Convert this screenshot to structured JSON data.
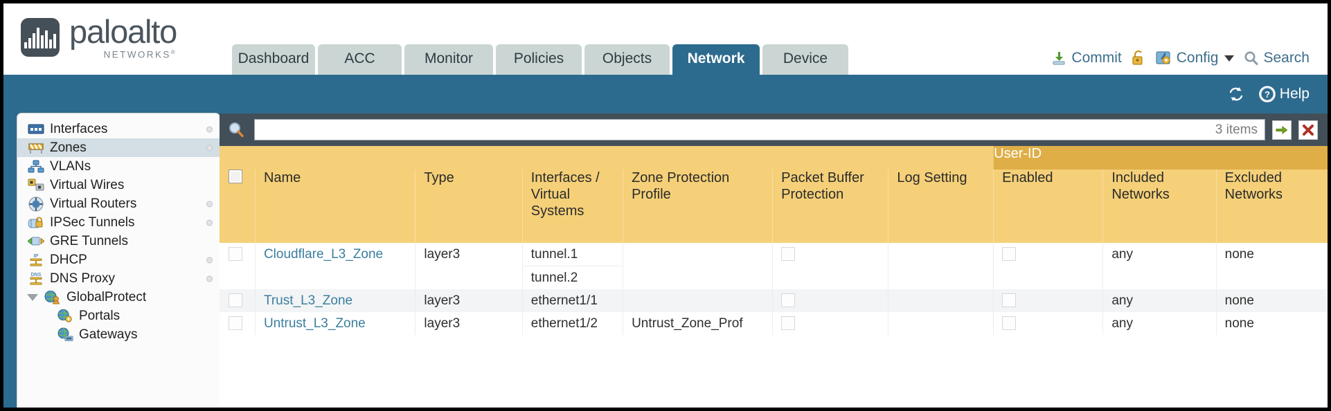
{
  "brand": {
    "name": "paloalto",
    "sub": "NETWORKS",
    "registered": "®",
    "logo_bg": "#454F57"
  },
  "tabs": [
    {
      "label": "Dashboard",
      "active": false,
      "width": 120
    },
    {
      "label": "ACC",
      "active": false,
      "width": 121
    },
    {
      "label": "Monitor",
      "active": false,
      "width": 128
    },
    {
      "label": "Policies",
      "active": false,
      "width": 124
    },
    {
      "label": "Objects",
      "active": false,
      "width": 123
    },
    {
      "label": "Network",
      "active": true,
      "width": 126
    },
    {
      "label": "Device",
      "active": false,
      "width": 124
    }
  ],
  "header_actions": {
    "commit": "Commit",
    "lock_icon": "padlock-icon",
    "config": "Config",
    "search": "Search"
  },
  "band": {
    "refresh_icon": "refresh-icon",
    "help": "Help"
  },
  "sidebar": {
    "items": [
      {
        "label": "Interfaces",
        "icon": "interfaces-icon",
        "selected": false,
        "dot": true,
        "level": 0
      },
      {
        "label": "Zones",
        "icon": "zones-icon",
        "selected": true,
        "dot": true,
        "level": 0
      },
      {
        "label": "VLANs",
        "icon": "vlans-icon",
        "selected": false,
        "dot": false,
        "level": 0
      },
      {
        "label": "Virtual Wires",
        "icon": "virtual-wires-icon",
        "selected": false,
        "dot": false,
        "level": 0
      },
      {
        "label": "Virtual Routers",
        "icon": "virtual-routers-icon",
        "selected": false,
        "dot": true,
        "level": 0
      },
      {
        "label": "IPSec Tunnels",
        "icon": "ipsec-tunnels-icon",
        "selected": false,
        "dot": true,
        "level": 0
      },
      {
        "label": "GRE Tunnels",
        "icon": "gre-tunnels-icon",
        "selected": false,
        "dot": false,
        "level": 0
      },
      {
        "label": "DHCP",
        "icon": "dhcp-icon",
        "selected": false,
        "dot": true,
        "level": 0
      },
      {
        "label": "DNS Proxy",
        "icon": "dns-proxy-icon",
        "selected": false,
        "dot": true,
        "level": 0
      },
      {
        "label": "GlobalProtect",
        "icon": "globalprotect-icon",
        "selected": false,
        "dot": false,
        "level": 0,
        "expanded": true
      },
      {
        "label": "Portals",
        "icon": "portals-icon",
        "selected": false,
        "dot": false,
        "level": 1
      },
      {
        "label": "Gateways",
        "icon": "gateways-icon",
        "selected": false,
        "dot": false,
        "level": 1
      }
    ]
  },
  "search": {
    "value": "",
    "placeholder": "",
    "item_count": "3 items",
    "apply_icon": "green-arrow-icon",
    "clear_icon": "red-x-icon"
  },
  "table": {
    "group_header": "User-ID",
    "columns": [
      "Name",
      "Type",
      "Interfaces / Virtual Systems",
      "Zone Protection Profile",
      "Packet Buffer Protection",
      "Log Setting",
      "Enabled",
      "Included Networks",
      "Excluded Networks"
    ],
    "rows": [
      {
        "name": "Cloudflare_L3_Zone",
        "type": "layer3",
        "interfaces": [
          "tunnel.1",
          "tunnel.2"
        ],
        "zone_protection_profile": "",
        "packet_buffer_protection": false,
        "log_setting": "",
        "userid_enabled": false,
        "included_networks": "any",
        "excluded_networks": "none"
      },
      {
        "name": "Trust_L3_Zone",
        "type": "layer3",
        "interfaces": [
          "ethernet1/1"
        ],
        "zone_protection_profile": "",
        "packet_buffer_protection": false,
        "log_setting": "",
        "userid_enabled": false,
        "included_networks": "any",
        "excluded_networks": "none"
      },
      {
        "name": "Untrust_L3_Zone",
        "type": "layer3",
        "interfaces": [
          "ethernet1/2"
        ],
        "zone_protection_profile": "Untrust_Zone_Prof",
        "packet_buffer_protection": false,
        "log_setting": "",
        "userid_enabled": false,
        "included_networks": "any",
        "excluded_networks": "none"
      }
    ]
  },
  "colors": {
    "band": "#2D6B8E",
    "active_tab": "#2D6B8E",
    "tab": "#CBD6D4",
    "header_amber": "#F5D078",
    "group_amber": "#DFAE47",
    "link": "#3B7E9E",
    "toolbar": "#434F58"
  }
}
